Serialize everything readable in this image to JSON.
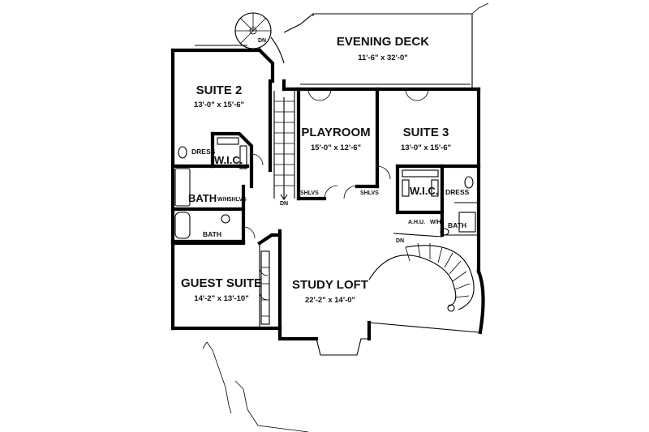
{
  "rooms": {
    "evening_deck": {
      "name": "EVENING DECK",
      "dims": "11'-6\" x 32'-0\""
    },
    "suite_2": {
      "name": "SUITE 2",
      "dims": "13'-0\" x 15'-6\""
    },
    "playroom": {
      "name": "PLAYROOM",
      "dims": "15'-0\" x 12'-6\""
    },
    "suite_3": {
      "name": "SUITE 3",
      "dims": "13'-0\" x 15'-6\""
    },
    "guest_suite": {
      "name": "GUEST SUITE",
      "dims": "14'-2\" x 13'-10\""
    },
    "study_loft": {
      "name": "STUDY LOFT",
      "dims": "22'-2\" x 14'-0\""
    }
  },
  "labels": {
    "dress_left": "DRESS",
    "dress_right": "DRESS",
    "wic_left": "W.I.C.",
    "wic_right": "W.I.C.",
    "bath_upper": "BATH",
    "bath_lower": "BATH",
    "bath_right": "BATH",
    "wh": "W/H",
    "wh_right": "W/H",
    "shlvs_left": "SHLVS",
    "shlvs_a": "SHLVS",
    "shlvs_b": "SHLVS",
    "ahu": "A.H.U.",
    "dn_top": "DN",
    "dn_stair": "DN",
    "dn_right": "DN"
  }
}
